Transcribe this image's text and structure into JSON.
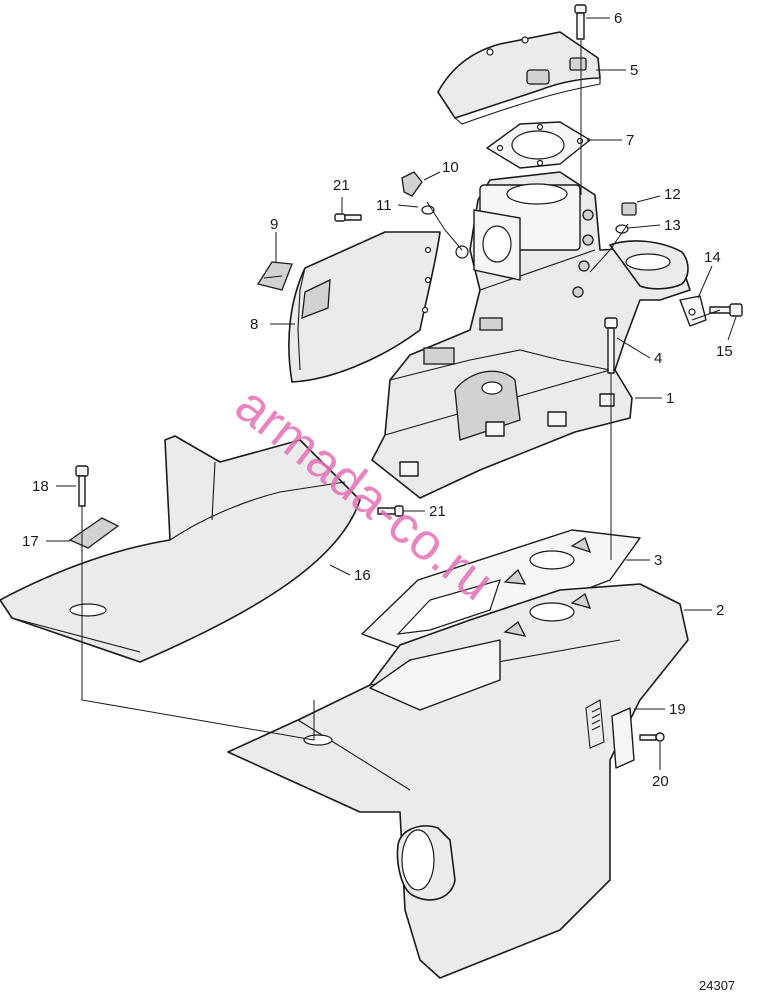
{
  "diagram": {
    "drawing_number": "24307",
    "watermark": "armada-co.ru",
    "colors": {
      "line": "#1a1a1a",
      "fill": "#ebebeb",
      "watermark": "#e56fb6"
    },
    "callouts": [
      {
        "id": "c1",
        "label": "1"
      },
      {
        "id": "c2",
        "label": "2"
      },
      {
        "id": "c3",
        "label": "3"
      },
      {
        "id": "c4",
        "label": "4"
      },
      {
        "id": "c5",
        "label": "5"
      },
      {
        "id": "c6",
        "label": "6"
      },
      {
        "id": "c7",
        "label": "7"
      },
      {
        "id": "c8",
        "label": "8"
      },
      {
        "id": "c9",
        "label": "9"
      },
      {
        "id": "c10",
        "label": "10"
      },
      {
        "id": "c11",
        "label": "11"
      },
      {
        "id": "c12",
        "label": "12"
      },
      {
        "id": "c13",
        "label": "13"
      },
      {
        "id": "c14",
        "label": "14"
      },
      {
        "id": "c15",
        "label": "15"
      },
      {
        "id": "c16",
        "label": "16"
      },
      {
        "id": "c17",
        "label": "17"
      },
      {
        "id": "c18",
        "label": "18"
      },
      {
        "id": "c19",
        "label": "19"
      },
      {
        "id": "c20",
        "label": "20"
      },
      {
        "id": "c21a",
        "label": "21"
      },
      {
        "id": "c21b",
        "label": "21"
      }
    ]
  }
}
